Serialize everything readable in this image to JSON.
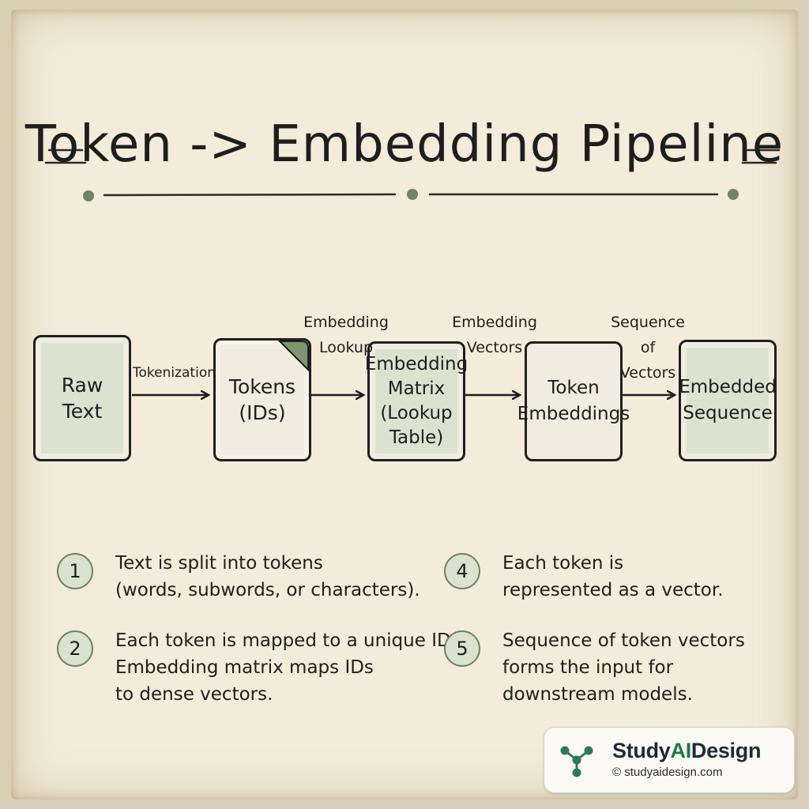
{
  "title": "Token -> Embedding Pipeline",
  "colors": {
    "paper": "#f3ecdb",
    "box_fill_green": "#dbe2cf",
    "accent_green": "#6e8463",
    "ink": "#1e1e1e",
    "brand_green": "#1f7a47"
  },
  "nodes": [
    {
      "lines": [
        "Raw",
        "Text"
      ]
    },
    {
      "lines": [
        "Tokens",
        "(IDs)"
      ]
    },
    {
      "lines": [
        "Embedding",
        "Matrix",
        "(Lookup",
        "Table)"
      ]
    },
    {
      "lines": [
        "Token",
        "Embeddings"
      ]
    },
    {
      "lines": [
        "Embedded",
        "Sequence"
      ]
    }
  ],
  "edges": [
    {
      "lines": [
        "Tokenization"
      ]
    },
    {
      "lines": [
        "Embedding",
        "Lookup"
      ]
    },
    {
      "lines": [
        "Embedding",
        "Vectors"
      ]
    },
    {
      "lines": [
        "Sequence",
        "of",
        "Vectors"
      ]
    }
  ],
  "steps": [
    {
      "number": "1",
      "lines": [
        "Text is split into tokens",
        "(words, subwords, or characters)."
      ]
    },
    {
      "number": "2",
      "lines": [
        "Each token is mapped to a unique ID.",
        "Embedding matrix maps IDs",
        "to dense vectors."
      ]
    },
    {
      "number": "4",
      "lines": [
        "Each token is",
        "represented as a vector."
      ]
    },
    {
      "number": "5",
      "lines": [
        "Sequence of token vectors",
        "forms the input for",
        "downstream models."
      ]
    }
  ],
  "brand": {
    "name_part1": "Study",
    "name_part2": "AI",
    "name_part3": "Design",
    "url": "© studyaidesign.com",
    "logo_icon": "network-nodes-icon"
  }
}
